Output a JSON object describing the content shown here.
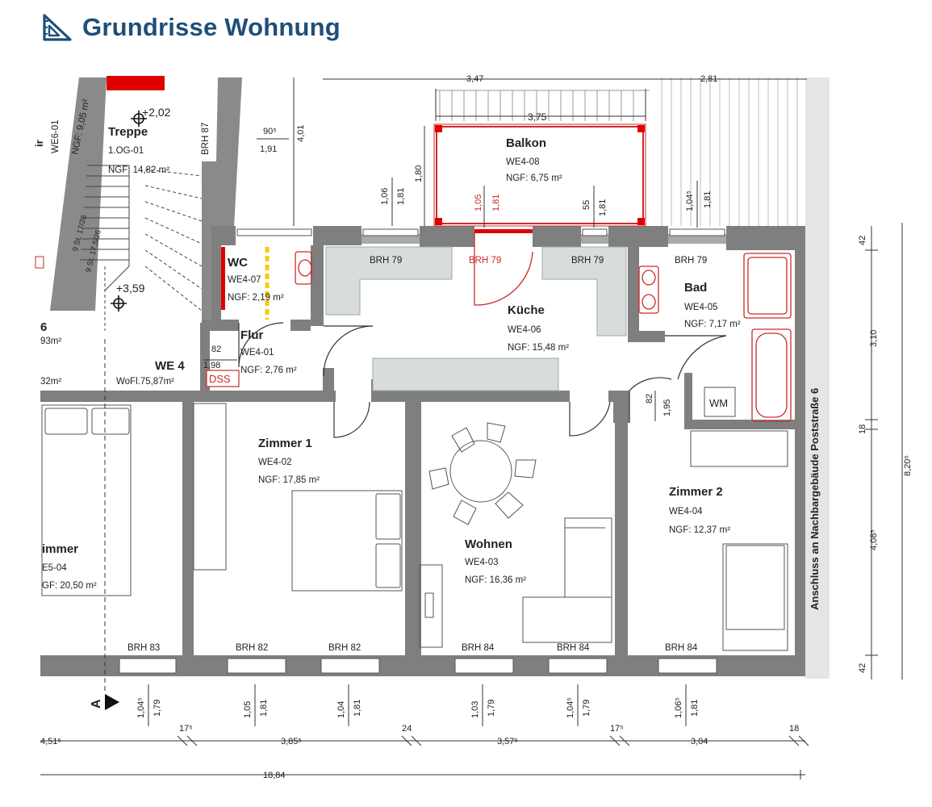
{
  "header": {
    "title": "Grundrisse Wohnung",
    "icon": "floorplan-triangle-icon",
    "color": "#1f4e79"
  },
  "colors": {
    "wall": "#7f7f7f",
    "counter": "#d9dcdc",
    "highlight": "#e00000",
    "fixture": "#cc2a2a",
    "marker_yellow": "#f5cd00"
  },
  "rooms": {
    "treppe": {
      "name": "Treppe",
      "code": "1.OG-01",
      "area": "NGF: 14,82 m²"
    },
    "wc": {
      "name": "WC",
      "code": "WE4-07",
      "area": "NGF: 2,19 m²"
    },
    "flur": {
      "name": "Flur",
      "code": "WE4-01",
      "area": "NGF: 2,76 m²"
    },
    "balkon": {
      "name": "Balkon",
      "code": "WE4-08",
      "area": "NGF: 6,75 m²"
    },
    "kueche": {
      "name": "Küche",
      "code": "WE4-06",
      "area": "NGF: 15,48 m²"
    },
    "bad": {
      "name": "Bad",
      "code": "WE4-05",
      "area": "NGF: 7,17 m²"
    },
    "zimmer1": {
      "name": "Zimmer 1",
      "code": "WE4-02",
      "area": "NGF: 17,85 m²"
    },
    "wohnen": {
      "name": "Wohnen",
      "code": "WE4-03",
      "area": "NGF: 16,36 m²"
    },
    "zimmer2": {
      "name": "Zimmer 2",
      "code": "WE4-04",
      "area": "NGF: 12,37 m²"
    },
    "zimmer_left": {
      "name": "immer",
      "code": "E5-04",
      "area": "GF: 20,50 m²"
    }
  },
  "apartment": {
    "name": "WE 4",
    "wofl": "WoFl.75,87m²",
    "dss": "DSS",
    "wm": "WM"
  },
  "cutoff": {
    "we6": "WE6-01",
    "ngf_we6": "NGF: 9,05 m²",
    "left_a": "93m²",
    "left_b": "32m²",
    "six": "6",
    "ir": "ir"
  },
  "levels": {
    "l1": "+2,02",
    "l2": "+3,59"
  },
  "brh": {
    "treppe": "BRH 87",
    "kueche_left": "BRH 79",
    "kueche_mid": "BRH 79",
    "kueche_right": "BRH 79",
    "bad": "BRH 79",
    "b83": "BRH 83",
    "b82a": "BRH 82",
    "b82b": "BRH 82",
    "b84a": "BRH 84",
    "b84b": "BRH 84",
    "b84c": "BRH 84"
  },
  "stairs": {
    "note1": "9 St. 17,5/26",
    "note2": "9 St. 17/26"
  },
  "dims": {
    "top_347": "3,47",
    "top_281": "2,81",
    "balkon_375": "3,75",
    "d401": "4,01",
    "d905": "90⁵",
    "d191": "1,91",
    "d106": "1,06",
    "d181a": "1,81",
    "d180": "1,80",
    "d105": "1,05",
    "d181b": "1,81",
    "d55": "55",
    "d181c": "1,81",
    "d104": "1,04⁵",
    "d181d": "1,81",
    "d82a": "82",
    "d198": "1,98",
    "d82b": "82",
    "d195": "1,95",
    "r42a": "42",
    "r310": "3,10",
    "r18": "18",
    "r408": "4,08⁵",
    "r42b": "42",
    "r820": "8,20⁵",
    "b104a": "1,04⁵",
    "b179a": "1,79",
    "b105": "1,05",
    "b181a": "1,81",
    "b104b": "1,04",
    "b181b": "1,81",
    "b103": "1,03",
    "b179b": "1,79",
    "b104c": "1,04⁵",
    "b179c": "1,79",
    "b106": "1,06⁵",
    "b181c": "1,81",
    "w451": "4,51⁵",
    "w175a": "17⁵",
    "w385": "3,85⁵",
    "w24": "24",
    "w357": "3,57⁵",
    "w175b": "17⁵",
    "w304": "3,04",
    "w18": "18",
    "total": "18,84"
  },
  "section_marker": "A",
  "neighbor": "Anschluss an Nachbargebäude Poststraße 6"
}
